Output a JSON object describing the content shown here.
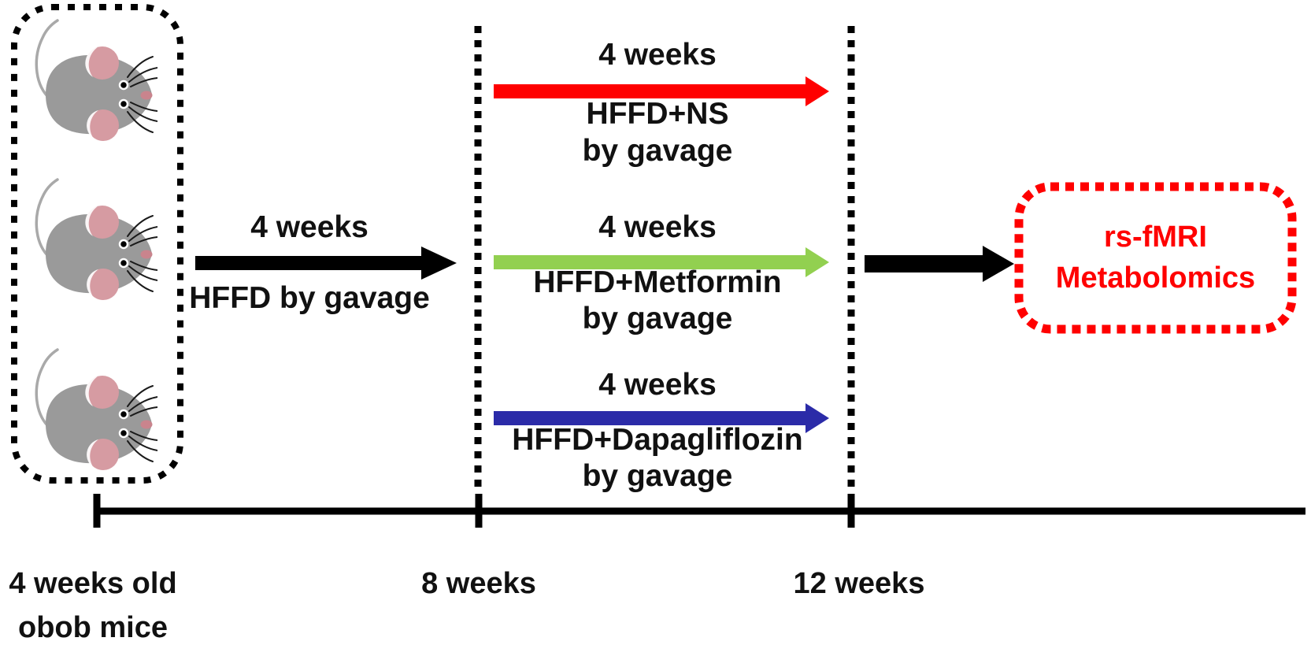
{
  "colors": {
    "arm_red": "#FF0000",
    "arm_green": "#92D050",
    "arm_blue": "#2B2BA8",
    "outcome_red": "#FF0000",
    "black": "#000000"
  },
  "mouse": {
    "body_color": "#9A9A9A",
    "ear_color": "#D69BA2",
    "nose_color": "#C9848D"
  },
  "phase1": {
    "duration": "4 weeks",
    "label": "HFFD by gavage"
  },
  "arms": [
    {
      "duration": "4 weeks",
      "treatment": "HFFD+NS",
      "route": "by gavage"
    },
    {
      "duration": "4 weeks",
      "treatment": "HFFD+Metformin",
      "route": "by gavage"
    },
    {
      "duration": "4 weeks",
      "treatment": "HFFD+Dapagliflozin",
      "route": "by gavage"
    }
  ],
  "outcome": {
    "line1": "rs-fMRI",
    "line2": "Metabolomics"
  },
  "timeline": {
    "start_line1": "4 weeks old",
    "start_line2": "obob mice",
    "mid": "8 weeks",
    "end": "12 weeks"
  }
}
